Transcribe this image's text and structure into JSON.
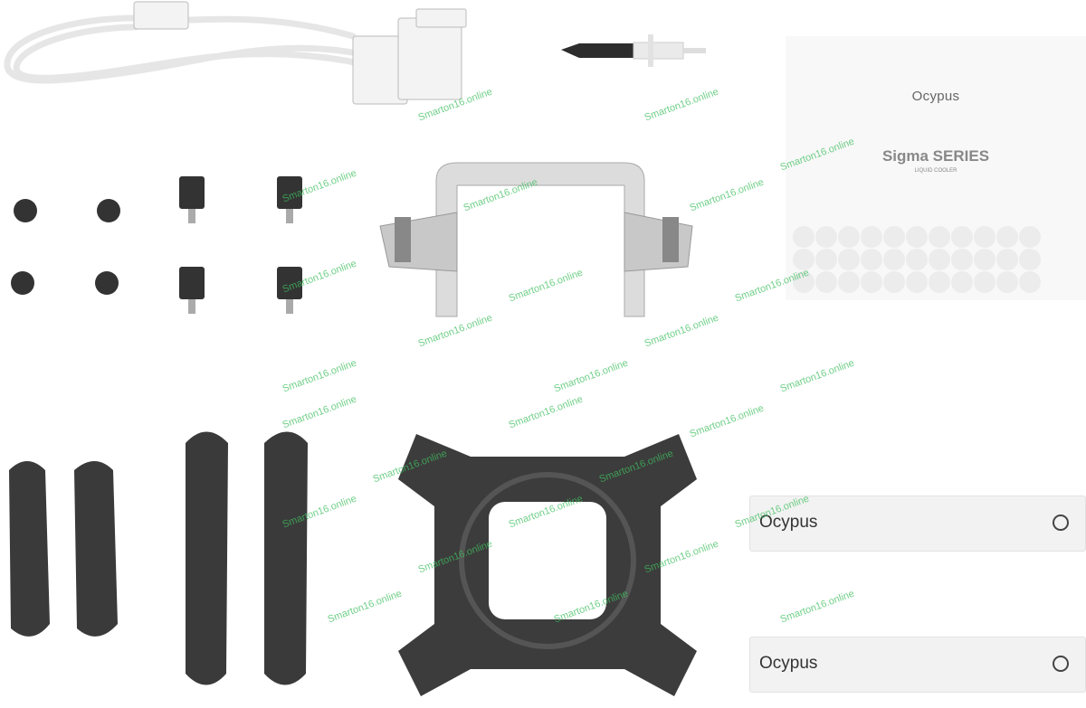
{
  "manual": {
    "logo": "Ocypus",
    "title": "Sigma SERIES",
    "subtitle": "LIQUID COOLER"
  },
  "straps": [
    {
      "logo": "Ocypus"
    },
    {
      "logo": "Ocypus"
    }
  ],
  "watermark": "Smarton16.online",
  "colors": {
    "part_dark": "#3a3a3a",
    "metal": "#d8d8d8",
    "watermark": "#3fbf5f"
  }
}
